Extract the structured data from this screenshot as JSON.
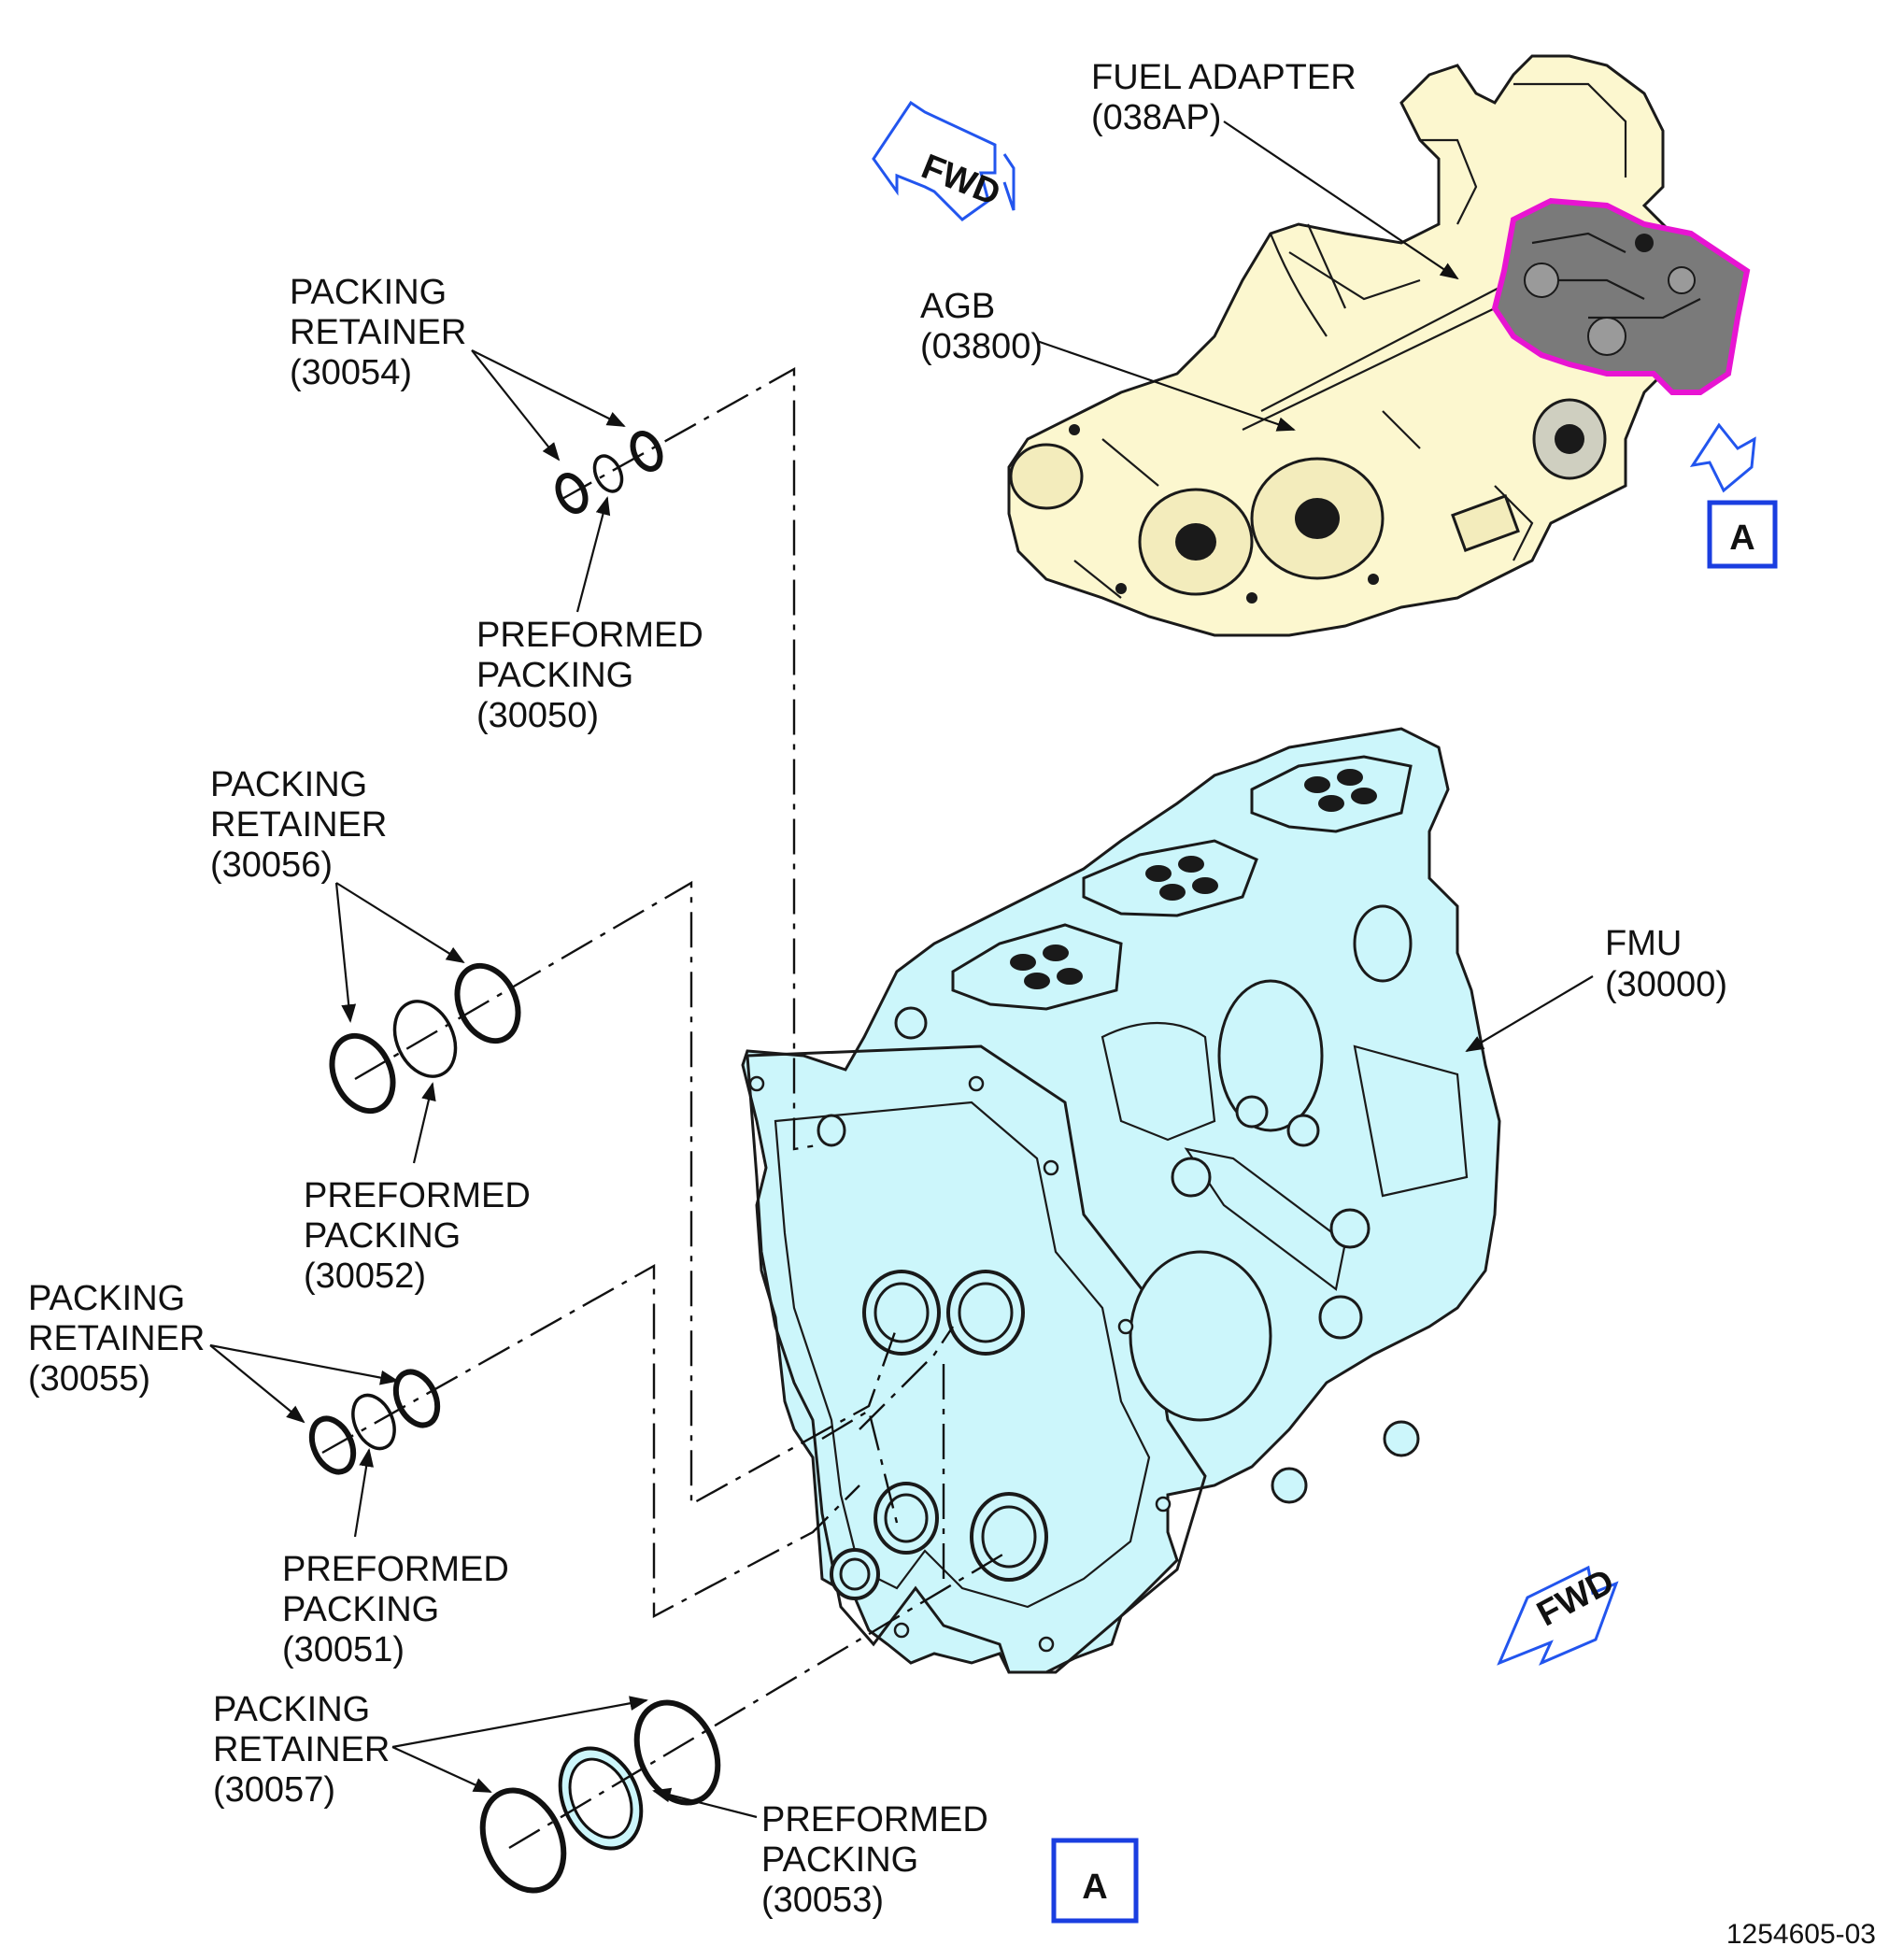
{
  "labels": {
    "fuel_adapter": {
      "name": "FUEL ADAPTER",
      "ref": "(038AP)"
    },
    "agb": {
      "name": "AGB",
      "ref": "(03800)"
    },
    "fmu": {
      "name": "FMU",
      "ref": "(30000)"
    },
    "retainer_30054": {
      "line1": "PACKING",
      "line2": "RETAINER",
      "ref": "(30054)"
    },
    "packing_30050": {
      "line1": "PREFORMED",
      "line2": "PACKING",
      "ref": "(30050)"
    },
    "retainer_30056": {
      "line1": "PACKING",
      "line2": "RETAINER",
      "ref": "(30056)"
    },
    "packing_30052": {
      "line1": "PREFORMED",
      "line2": "PACKING",
      "ref": "(30052)"
    },
    "retainer_30055": {
      "line1": "PACKING",
      "line2": "RETAINER",
      "ref": "(30055)"
    },
    "packing_30051": {
      "line1": "PREFORMED",
      "line2": "PACKING",
      "ref": "(30051)"
    },
    "retainer_30057": {
      "line1": "PACKING",
      "line2": "RETAINER",
      "ref": "(30057)"
    },
    "packing_30053": {
      "line1": "PREFORMED",
      "line2": "PACKING",
      "ref": "(30053)"
    }
  },
  "fwd_label": "FWD",
  "view_marker": "A",
  "figure_number": "1254605-03",
  "colors": {
    "fmu_fill": "#ccf6fb",
    "engine_fill": "#fcf7cf",
    "highlight": "#e814d2",
    "fwd_blue": "#2255ee",
    "marker_blue": "#1a3ee0"
  }
}
